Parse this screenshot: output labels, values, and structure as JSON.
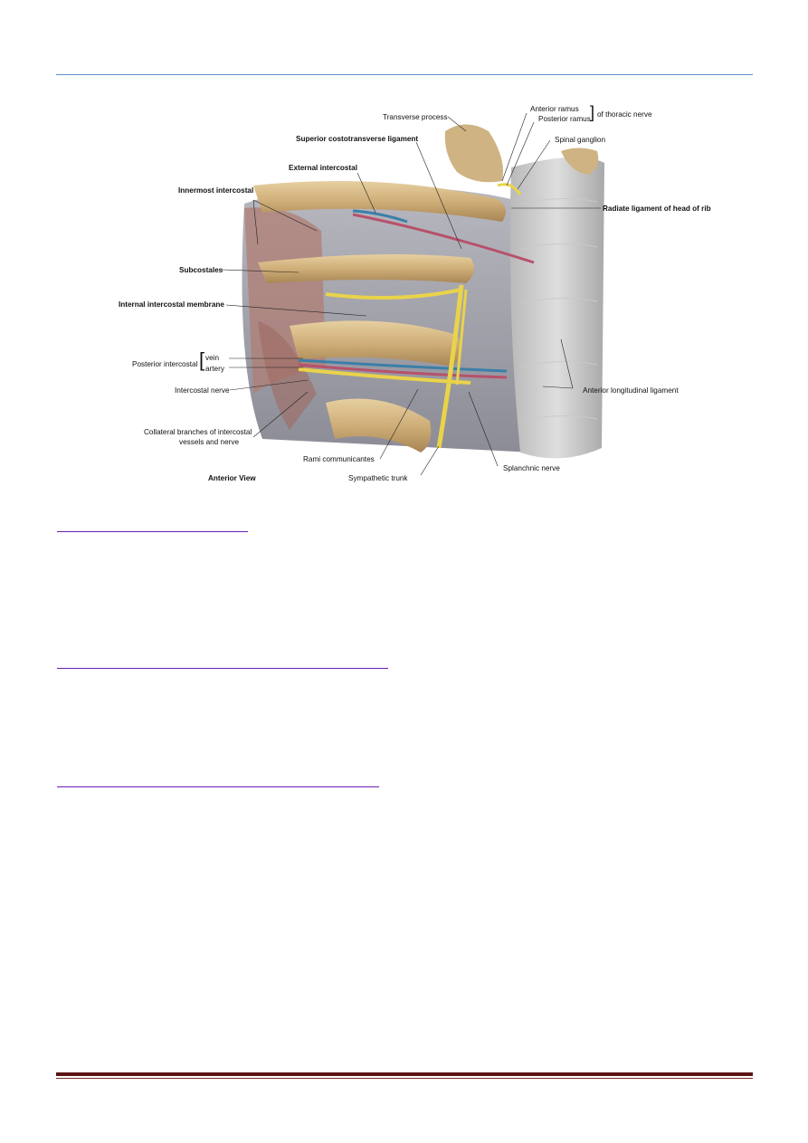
{
  "figure": {
    "labels": {
      "transverse_process": "Transverse process",
      "anterior_ramus": "Anterior ramus",
      "posterior_ramus": "Posterior ramus",
      "of_thoracic_nerve": "of thoracic nerve",
      "spinal_ganglion": "Spinal ganglion",
      "superior_costotransverse_ligament": "Superior costotransverse ligament",
      "external_intercostal": "External intercostal",
      "innermost_intercostal": "Innermost intercostal",
      "radiate_ligament": "Radiate ligament of head of rib",
      "subcostales": "Subcostales",
      "internal_intercostal_membrane": "Internal intercostal membrane",
      "posterior_intercostal": "Posterior intercostal",
      "vein": "vein",
      "artery": "artery",
      "intercostal_nerve": "Intercostal nerve",
      "anterior_longitudinal_ligament": "Anterior longitudinal ligament",
      "collateral_branches_1": "Collateral branches of intercostal",
      "collateral_branches_2": "vessels and nerve",
      "rami_communicantes": "Rami communicantes",
      "splanchnic_nerve": "Splanchnic nerve",
      "sympathetic_trunk": "Sympathetic trunk",
      "anterior_view": "Anterior View"
    }
  },
  "colors": {
    "header_rule": "#5b8fc9",
    "section_rule": "#6a1db3",
    "footer_rule": "#5a1414"
  }
}
